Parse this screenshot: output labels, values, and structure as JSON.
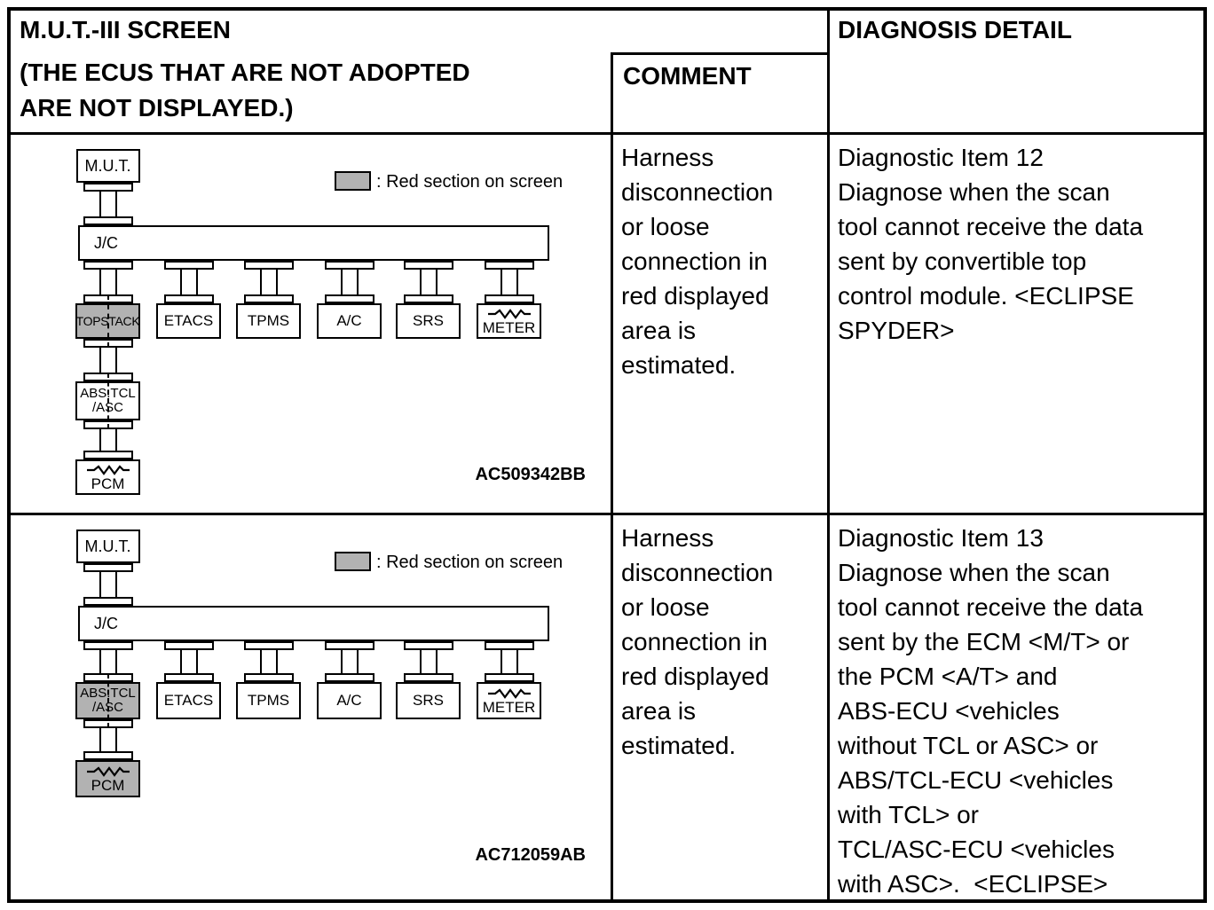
{
  "header": {
    "screen_title": "M.U.T.-III SCREEN",
    "screen_subtitle": "(THE ECUS THAT ARE NOT ADOPTED\nARE NOT DISPLAYED.)",
    "comment_title": "COMMENT",
    "diagnosis_title": "DIAGNOSIS DETAIL"
  },
  "legend": {
    "label": ": Red section on screen"
  },
  "diagram_labels": {
    "mut": "M.U.T.",
    "jc": "J/C"
  },
  "colors": {
    "highlight_gray": "#b2b2b2"
  },
  "rows": [
    {
      "figure_code": "AC509342BB",
      "comment": "Harness\ndisconnection\nor loose\nconnection in\nred displayed\narea is\nestimated.",
      "diagnosis": "Diagnostic Item 12\nDiagnose when the scan\ntool cannot receive the data\nsent by convertible top\ncontrol module. <ECLIPSE\nSPYDER>",
      "ecus": [
        "TOPSTACK",
        "ETACS",
        "TPMS",
        "A/C",
        "SRS",
        "METER"
      ],
      "chain": [
        "ABS.TCL\n/ASC",
        "PCM"
      ]
    },
    {
      "figure_code": "AC712059AB",
      "comment": "Harness\ndisconnection\nor loose\nconnection in\nred displayed\narea is\nestimated.",
      "diagnosis": "Diagnostic Item 13\nDiagnose when the scan\ntool cannot receive the data\nsent by the ECM <M/T> or\nthe PCM <A/T> and\nABS-ECU <vehicles\nwithout TCL or ASC> or\nABS/TCL-ECU <vehicles\nwith TCL> or\nTCL/ASC-ECU <vehicles\nwith ASC>.  <ECLIPSE>",
      "ecus": [
        "ABS.TCL\n/ASC",
        "ETACS",
        "TPMS",
        "A/C",
        "SRS",
        "METER"
      ],
      "chain": [
        "PCM"
      ]
    }
  ]
}
